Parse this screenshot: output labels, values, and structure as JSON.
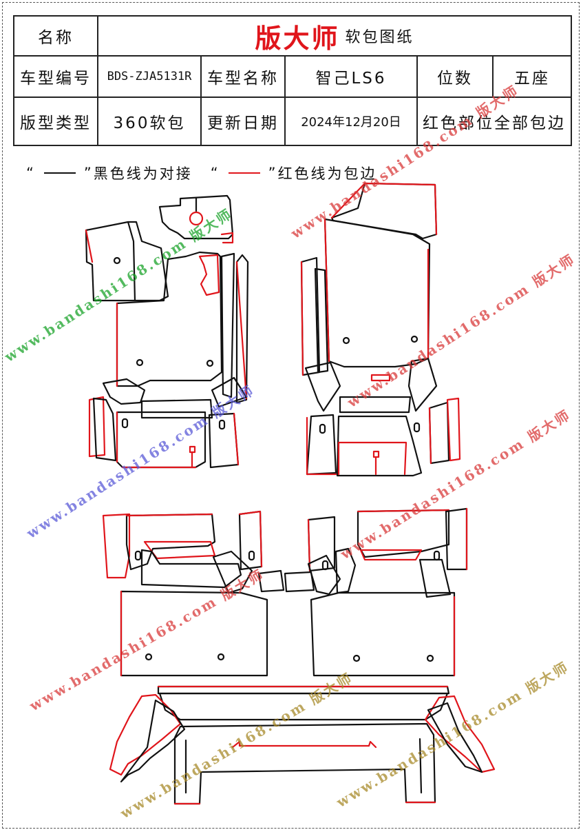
{
  "table": {
    "name_label": "名称",
    "brand": "版大师",
    "brand_sub": "软包图纸",
    "model_code_label": "车型编号",
    "model_code": "BDS-ZJA5131R",
    "model_name_label": "车型名称",
    "model_name": "智己LS6",
    "seats_label": "位数",
    "seats": "五座",
    "pattern_type_label": "版型类型",
    "pattern_type": "360软包",
    "update_label": "更新日期",
    "update_date": "2024年12月20日",
    "note": "红色部位全部包边"
  },
  "legend": {
    "quote_open": "“",
    "quote_close": "”",
    "black_desc": "黑色线为对接",
    "red_desc": "红色线为包边"
  },
  "colors": {
    "black_line": "#111111",
    "red_line": "#e0151b",
    "watermark_green": "#1aa32a",
    "watermark_red": "#d93a3a",
    "watermark_blue": "#5a5ad8",
    "watermark_olive": "#a88a2a"
  },
  "watermark": {
    "site": "www.bandashi168.com",
    "brand": "版大师",
    "full": "www.bandashi168.com 版大师"
  }
}
